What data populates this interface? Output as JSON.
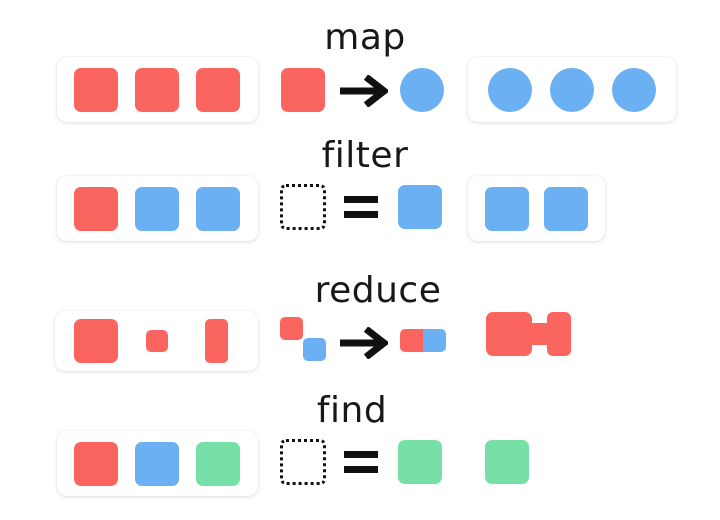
{
  "diagram": {
    "title": "array-methods-diagram",
    "colors": {
      "red": "#fb6560",
      "blue": "#6ab0f3",
      "green": "#77e0a7",
      "ink": "#181818",
      "card_background": "#ffffff",
      "page_background": "#ffffff"
    },
    "rows": [
      {
        "id": "map",
        "label": "map",
        "input_items": [
          "red-square",
          "red-square",
          "red-square"
        ],
        "operation": "red-square → blue-circle",
        "operator_glyph": "→",
        "output_items": [
          "blue-circle",
          "blue-circle",
          "blue-circle"
        ]
      },
      {
        "id": "filter",
        "label": "filter",
        "input_items": [
          "red-square",
          "blue-square",
          "blue-square"
        ],
        "operation": "dotted-square = blue-square",
        "operator_glyph": "=",
        "output_items": [
          "blue-square",
          "blue-square"
        ]
      },
      {
        "id": "reduce",
        "label": "reduce",
        "input_items": [
          "large-red-square",
          "small-red-square",
          "tall-red-rect"
        ],
        "operation": "red-square + blue-square → joined-pair",
        "operator_glyph": "→",
        "output_items": [
          "merged-red-shape"
        ]
      },
      {
        "id": "find",
        "label": "find",
        "input_items": [
          "red-square",
          "blue-square",
          "green-square"
        ],
        "operation": "dotted-square = green-square",
        "operator_glyph": "=",
        "output_items": [
          "green-square"
        ]
      }
    ]
  }
}
